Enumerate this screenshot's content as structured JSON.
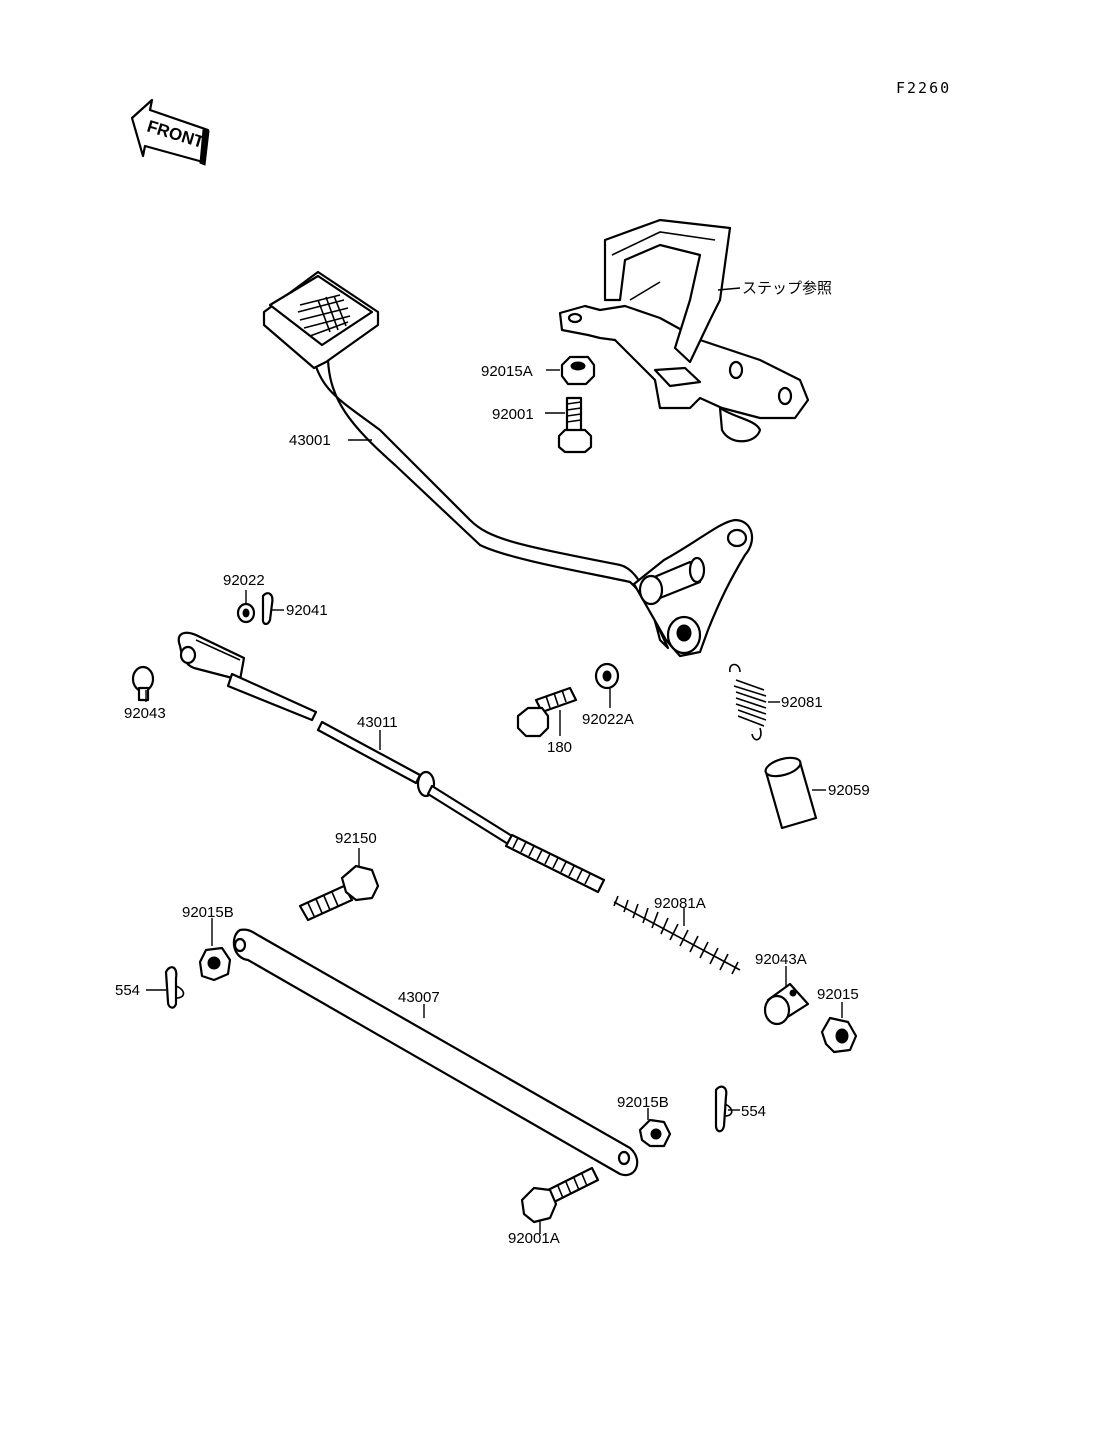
{
  "diagram_code": "F2260",
  "front_label": "FRONT",
  "footrest_reference": "ステップ参照",
  "callouts": {
    "n92015A": "92015A",
    "n92001": "92001",
    "n43001": "43001",
    "n92022": "92022",
    "n92041": "92041",
    "n92043": "92043",
    "n43011": "43011",
    "n180": "180",
    "n92022A": "92022A",
    "n92081": "92081",
    "n92059": "92059",
    "n92150": "92150",
    "n92015B_top": "92015B",
    "n92081A": "92081A",
    "n554_left": "554",
    "n92043A": "92043A",
    "n92015": "92015",
    "n43007": "43007",
    "n92015B_bottom": "92015B",
    "n554_right": "554",
    "n92001A": "92001A"
  }
}
